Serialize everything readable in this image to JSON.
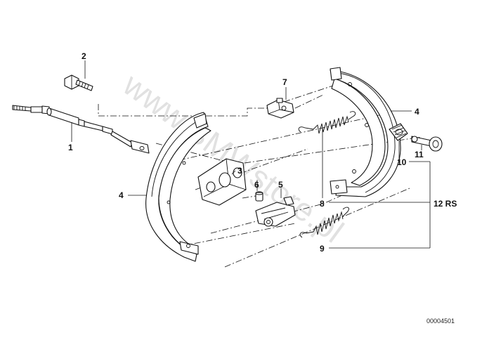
{
  "diagram": {
    "callouts": {
      "c1": "1",
      "c2": "2",
      "c3": "3",
      "c4_left": "4",
      "c4_right": "4",
      "c5": "5",
      "c6": "6",
      "c7": "7",
      "c8": "8",
      "c9": "9",
      "c10": "10",
      "c11": "11",
      "c12": "12 RS"
    },
    "document_number": "00004501",
    "watermark": "www.BMWstore.pl"
  }
}
